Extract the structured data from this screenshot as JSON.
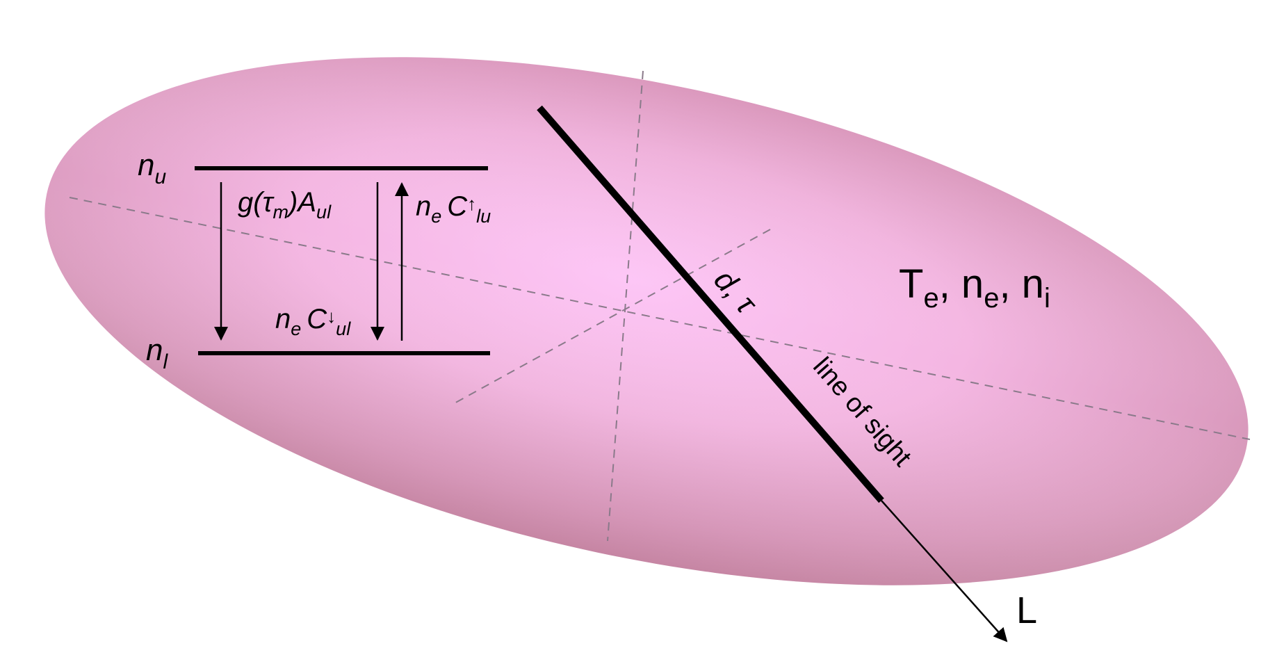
{
  "colors": {
    "ellipse_center": "#fbc4f1",
    "ellipse_edge": "#c98aa8",
    "line": "#000000",
    "dashed_axis": "#8a7a8a"
  },
  "levels": {
    "upper": {
      "symbol": "n",
      "subscript": "u"
    },
    "lower": {
      "symbol": "n",
      "subscript": "l"
    }
  },
  "transitions": {
    "radiative": {
      "prefix": "g(",
      "tau": "τ",
      "tau_sub": "m",
      "mid": ")A",
      "sub": "ul"
    },
    "collisional_up": {
      "ne": "n",
      "ne_sub": "e",
      "c": "C",
      "arrow": "↑",
      "sub": "lu"
    },
    "collisional_down": {
      "ne": "n",
      "ne_sub": "e",
      "c": "C",
      "arrow": "↓",
      "sub": "ul"
    }
  },
  "plasma_params": {
    "te": "T",
    "te_sub": "e",
    "sep1": ", ",
    "ne": "n",
    "ne_sub": "e",
    "sep2": ", ",
    "ni": "n",
    "ni_sub": "i"
  },
  "line_of_sight": {
    "segment_label": "d, τ",
    "label": "line of sight",
    "end_label": "L"
  }
}
